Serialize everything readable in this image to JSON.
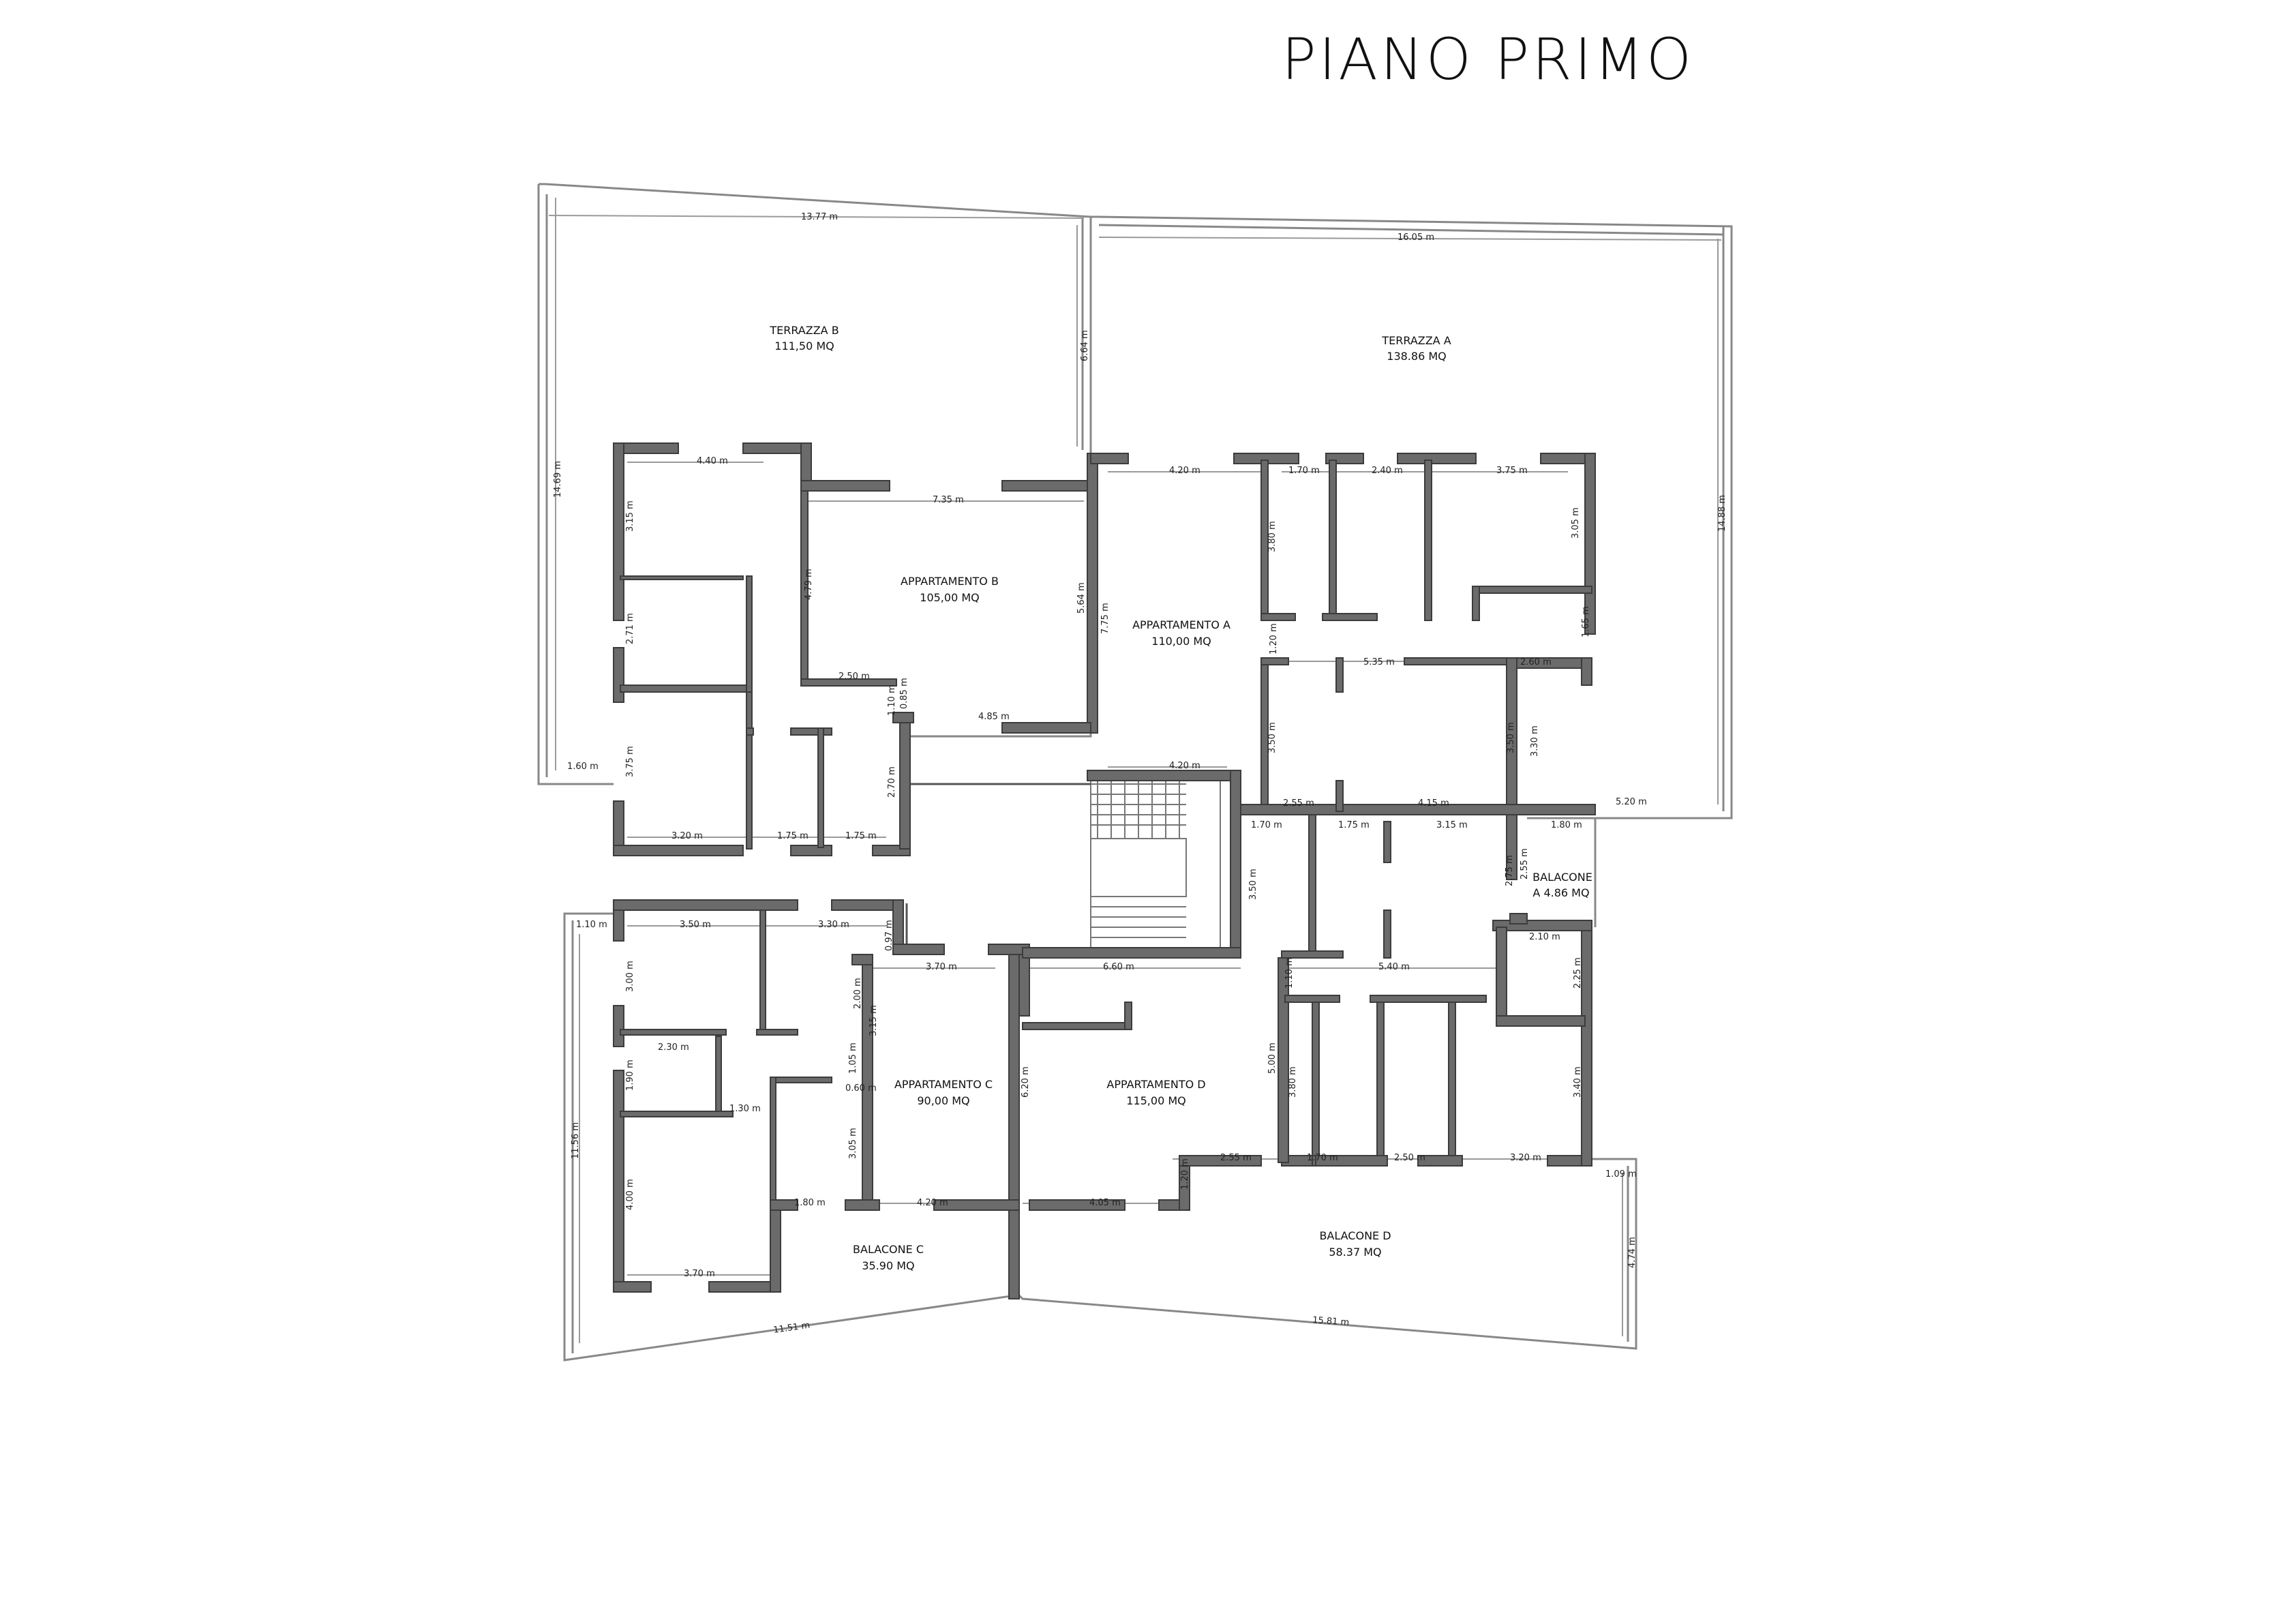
{
  "title": "PIANO PRIMO",
  "areas": {
    "terrazza_b": {
      "name": "TERRAZZA B",
      "area": "111,50 MQ"
    },
    "terrazza_a": {
      "name": "TERRAZZA A",
      "area": "138.86 MQ"
    },
    "app_b": {
      "name": "APPARTAMENTO B",
      "area": "105,00  MQ"
    },
    "app_a": {
      "name": "APPARTAMENTO A",
      "area": "110,00  MQ"
    },
    "app_c": {
      "name": "APPARTAMENTO C",
      "area": "90,00  MQ"
    },
    "app_d": {
      "name": "APPARTAMENTO D",
      "area": "115,00  MQ"
    },
    "balc_a": {
      "name": "BALACONE",
      "area": "A 4.86 MQ"
    },
    "balc_c": {
      "name": "BALACONE C",
      "area": "35.90 MQ"
    },
    "balc_d": {
      "name": "BALACONE D",
      "area": "58.37 MQ"
    }
  },
  "dims": [
    "13.77 m",
    "16.05 m",
    "6.64 m",
    "14.69 m",
    "14.88 m",
    "1.60 m",
    "5.20 m",
    "4.40 m",
    "7.35 m",
    "3.15 m",
    "4.79 m",
    "5.64 m",
    "2.71 m",
    "2.50 m",
    "1.10 m",
    "0.85 m",
    "4.85 m",
    "3.75 m",
    "3.20 m",
    "1.75 m",
    "1.75 m",
    "2.70 m",
    "4.20 m",
    "1.70 m",
    "2.40 m",
    "3.75 m",
    "3.80 m",
    "3.05 m",
    "7.75 m",
    "1.20 m",
    "5.35 m",
    "2.60 m",
    "1.65 m",
    "3.50 m",
    "3.50 m",
    "3.30 m",
    "4.20 m",
    "2.55 m",
    "1.70 m",
    "1.75 m",
    "4.15 m",
    "3.15 m",
    "1.80 m",
    "3.50 m",
    "2.75 m",
    "2.55 m",
    "2.10 m",
    "1.10 m",
    "3.50 m",
    "3.30 m",
    "0.97 m",
    "3.00 m",
    "2.30 m",
    "2.00 m",
    "3.15 m",
    "1.05 m",
    "1.90 m",
    "1.30 m",
    "0.60 m",
    "3.70 m",
    "6.60 m",
    "1.10 m",
    "5.40 m",
    "2.25 m",
    "5.00 m",
    "3.80 m",
    "6.20 m",
    "3.40 m",
    "11.56 m",
    "4.00 m",
    "3.05 m",
    "1.80 m",
    "4.20 m",
    "4.05 m",
    "1.20 m",
    "2.55 m",
    "1.70 m",
    "2.50 m",
    "3.20 m",
    "1.09 m",
    "3.70 m",
    "11.51 m",
    "15.81 m",
    "4.74 m"
  ]
}
